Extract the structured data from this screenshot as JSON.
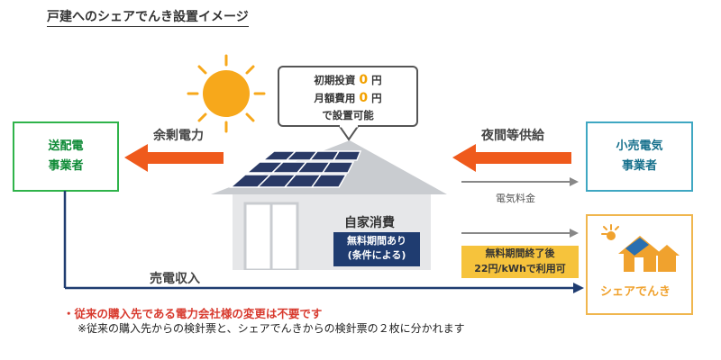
{
  "title": "戸建へのシェアでんき設置イメージ",
  "left_box": {
    "line1": "送配電",
    "line2": "事業者"
  },
  "right_box": {
    "line1": "小売電気",
    "line2": "事業者"
  },
  "callout": {
    "line1_prefix": "初期投資",
    "line1_value": "0",
    "line1_suffix": "円",
    "line2_prefix": "月額費用",
    "line2_value": "0",
    "line2_suffix": "円",
    "line3": "で設置可能"
  },
  "arrows": {
    "surplus": "余剰電力",
    "night_supply": "夜間等供給",
    "electricity_fee": "電気料金",
    "sales_income": "売電収入"
  },
  "house": {
    "label": "自家消費",
    "free_line1": "無料期間あり",
    "free_line2": "(条件による)"
  },
  "after_free": {
    "line1": "無料期間終了後",
    "line2": "22円/kWhで利用可"
  },
  "logo": {
    "text": "シェアでんき"
  },
  "notes": {
    "red": "・従来の購入先である電力会社様の変更は不要です",
    "black": "※従来の購入先からの検針票と、シェアでんきからの検針票の２枚に分かれます"
  },
  "colors": {
    "green": "#2fb34a",
    "teal": "#3fa7c2",
    "orange_arrow": "#ef5a1c",
    "navy": "#1f3c70",
    "yellow": "#f6c33c",
    "sun": "#f7a81b"
  }
}
